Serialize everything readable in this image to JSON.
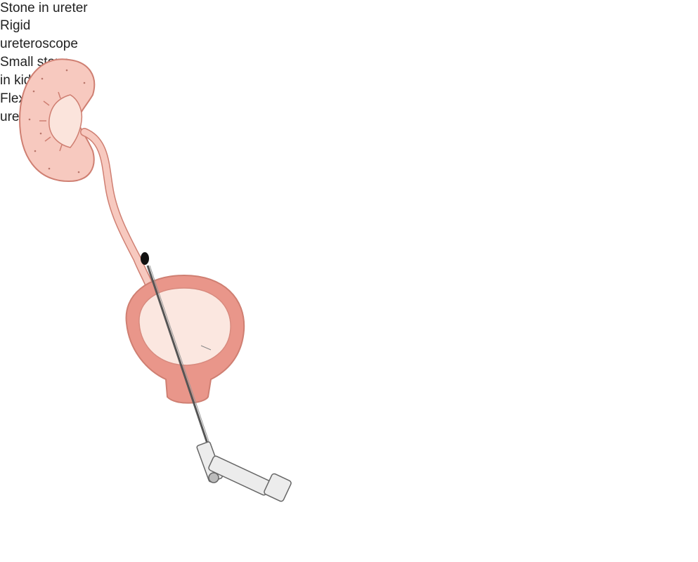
{
  "diagram": {
    "left_panel": {
      "stone_label": "Stone in ureter",
      "scope_label_line1": "Rigid",
      "scope_label_line2": "ureteroscope",
      "box_color": "#2a35a8"
    },
    "right_panel": {
      "stone_label_line1": "Small stone",
      "stone_label_line2": "in kidney",
      "scope_label_line1": "Flexible",
      "scope_label_line2": "ureteroscope",
      "box_color": "#2e9a44"
    },
    "colors": {
      "tissue_fill": "#f7c9bf",
      "tissue_stroke": "#cf7f72",
      "bladder_wall": "#e9968a",
      "bladder_inner": "#fbe7e0",
      "stone": "#111111",
      "scope": "#555555"
    }
  }
}
